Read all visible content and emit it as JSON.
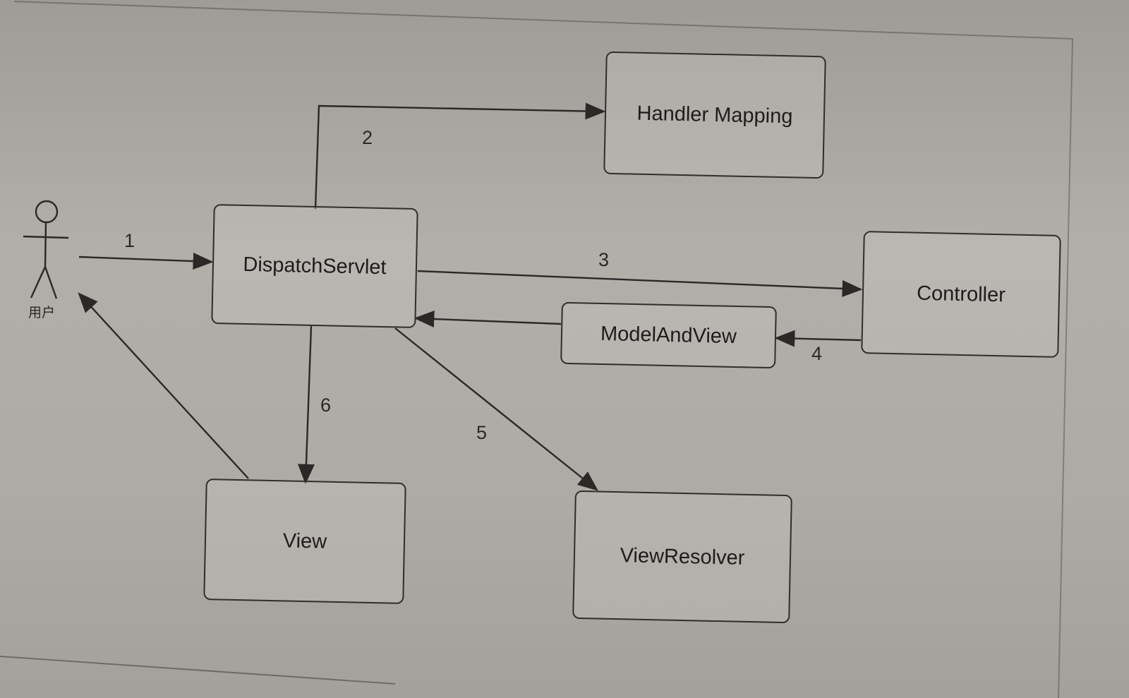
{
  "diagram": {
    "actor": {
      "label": "用户",
      "icon": "stick-figure-icon"
    },
    "nodes": {
      "dispatch_servlet": "DispatchServlet",
      "handler_mapping": "Handler Mapping",
      "controller": "Controller",
      "model_and_view": "ModelAndView",
      "view": "View",
      "view_resolver": "ViewResolver"
    },
    "steps": {
      "s1": "1",
      "s2": "2",
      "s3": "3",
      "s4": "4",
      "s5": "5",
      "s6": "6"
    }
  }
}
